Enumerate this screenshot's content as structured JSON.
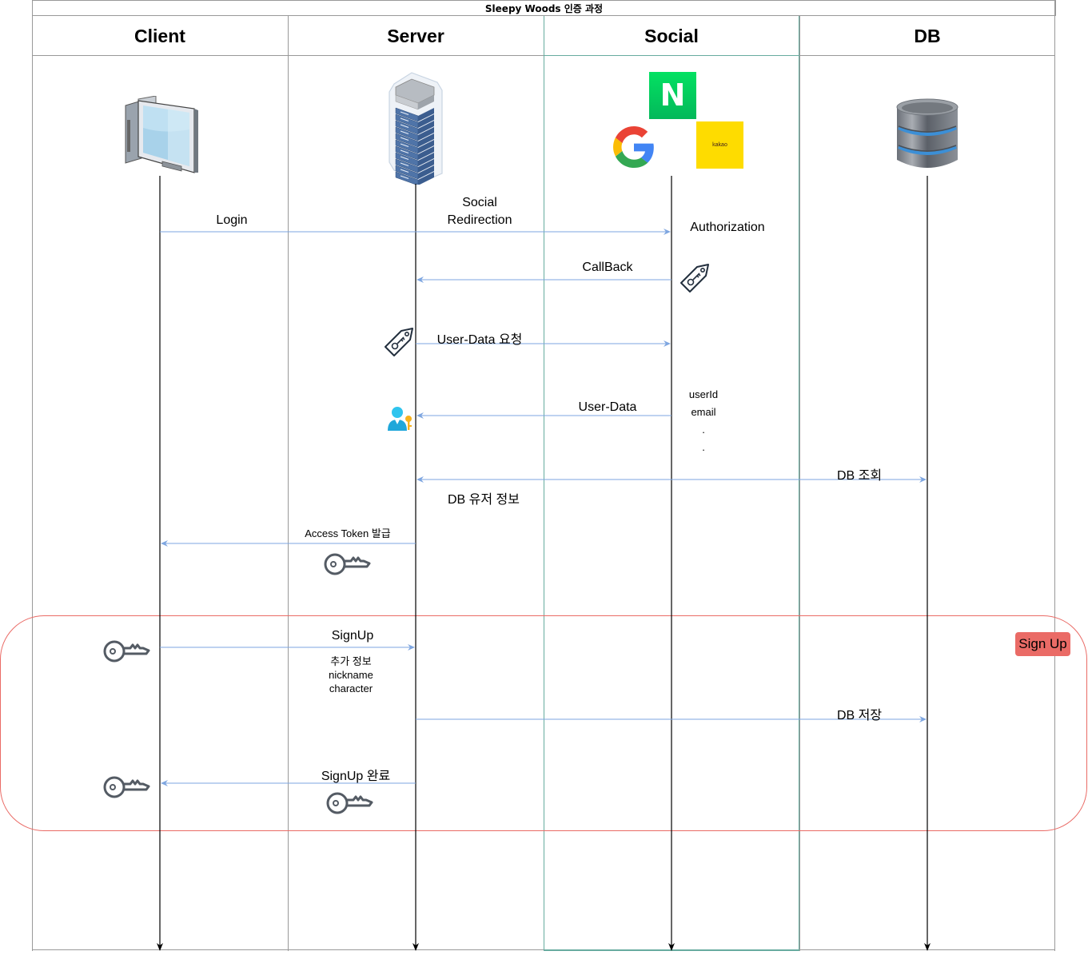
{
  "diagram": {
    "title": "Sleepy Woods 인증 과정",
    "lanes": [
      {
        "name": "Client",
        "icon": "computer-icon"
      },
      {
        "name": "Server",
        "icon": "server-rack-icon"
      },
      {
        "name": "Social",
        "icon": "social-providers-icon"
      },
      {
        "name": "DB",
        "icon": "database-icon"
      }
    ],
    "social_providers": {
      "naver": "N",
      "kakao": "kakao",
      "google": "G"
    },
    "messages": [
      {
        "label": "Login",
        "from": "Client",
        "to": "Social",
        "direction": "right"
      },
      {
        "label_line1": "Social",
        "label_line2": "Redirection"
      },
      {
        "label": "Authorization"
      },
      {
        "label": "CallBack",
        "from": "Social",
        "to": "Server",
        "direction": "left"
      },
      {
        "label": "User-Data 요청",
        "from": "Server",
        "to": "Social",
        "direction": "right"
      },
      {
        "label": "User-Data",
        "from": "Social",
        "to": "Server",
        "direction": "left"
      },
      {
        "label": "DB 조회",
        "from": "Server",
        "to": "DB",
        "direction": "both"
      },
      {
        "label": "DB 유저 정보"
      },
      {
        "label": "Access Token 발급",
        "from": "Server",
        "to": "Client",
        "direction": "left"
      },
      {
        "label": "SignUp",
        "from": "Client",
        "to": "Server",
        "direction": "right"
      },
      {
        "label": "DB 저장",
        "from": "Server",
        "to": "DB",
        "direction": "right"
      },
      {
        "label": "SignUp 완료",
        "from": "Server",
        "to": "Client",
        "direction": "left"
      }
    ],
    "user_data_fields": [
      "userId",
      "email",
      ".",
      "."
    ],
    "signup_extra": [
      "추가 정보",
      "nickname",
      "character"
    ],
    "signup_group_label": "Sign Up",
    "colors": {
      "arrow": "#7EA6E0",
      "lifeline": "#000000",
      "lane_border": "#999999",
      "social_lane_border": "#67AB9F",
      "signup_group": "#EA6B66"
    }
  }
}
